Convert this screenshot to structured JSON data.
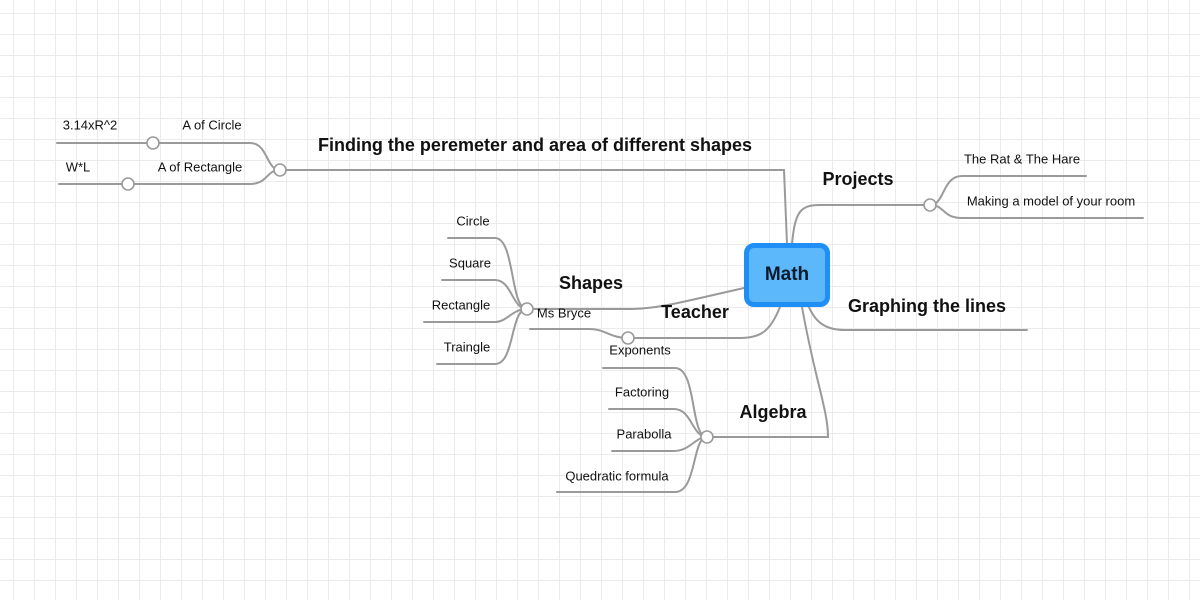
{
  "colors": {
    "root_fill": "#5cb8fb",
    "root_border": "#1f8ff5",
    "connector": "#9a9a9a",
    "grid": "#ebebeb"
  },
  "root": {
    "label": "Math"
  },
  "topics": {
    "finding": {
      "label": "Finding the peremeter and area of different shapes",
      "children": {
        "circle_area": {
          "label": "A of Circle",
          "formula": "3.14xR^2"
        },
        "rect_area": {
          "label": "A of Rectangle",
          "formula": "W*L"
        }
      }
    },
    "projects": {
      "label": "Projects",
      "children": [
        "The Rat & The Hare",
        "Making a model of your room"
      ]
    },
    "graphing": {
      "label": "Graphing the lines"
    },
    "shapes": {
      "label": "Shapes",
      "children": [
        "Circle",
        "Square",
        "Rectangle",
        "Traingle"
      ]
    },
    "teacher": {
      "label": "Teacher",
      "children": [
        "Ms Bryce"
      ]
    },
    "algebra": {
      "label": "Algebra",
      "children": [
        "Exponents",
        "Factoring",
        "Parabolla",
        "Quedratic formula"
      ]
    }
  }
}
